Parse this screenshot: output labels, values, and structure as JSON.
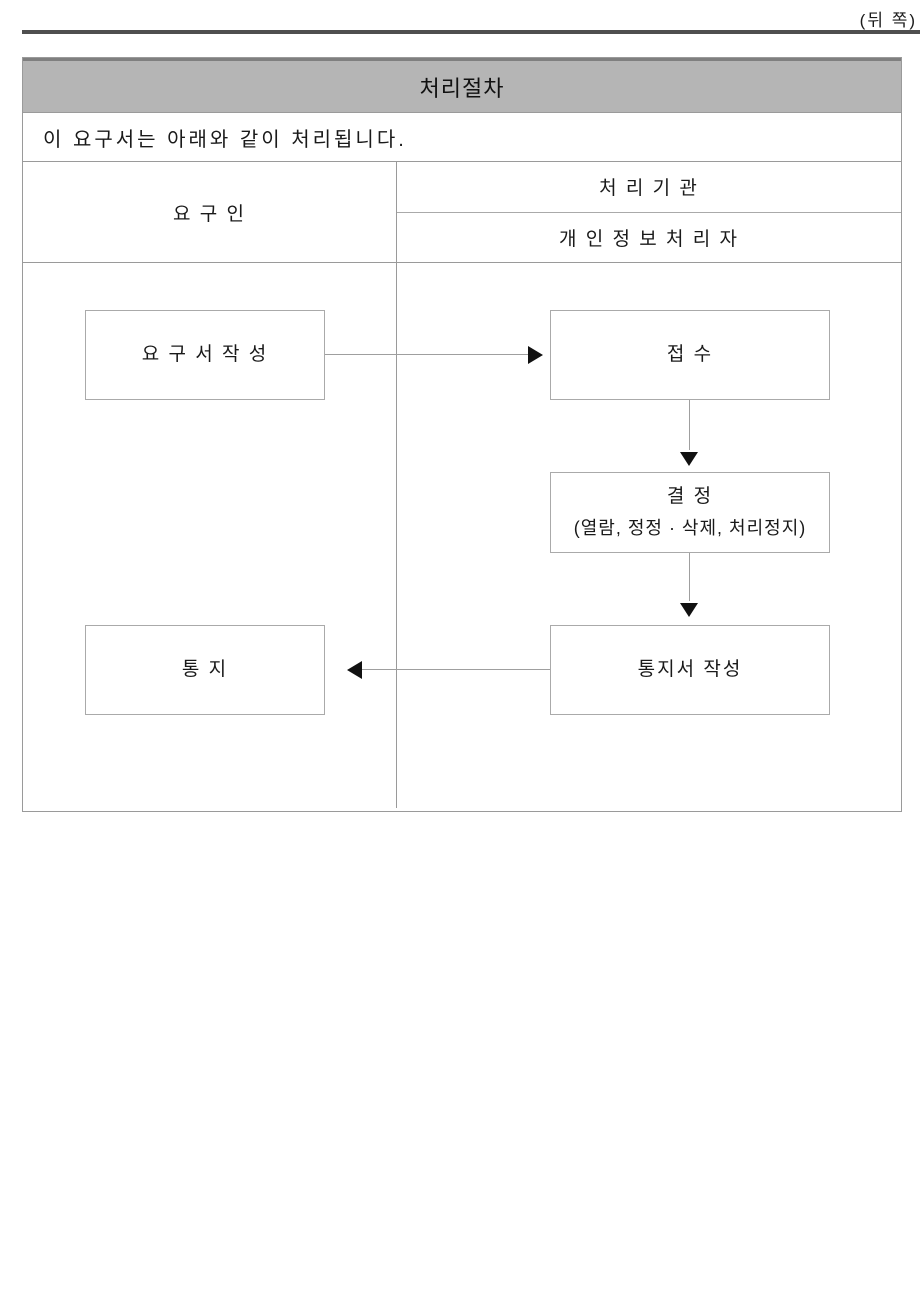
{
  "page": {
    "back_label": "(뒤 쪽)"
  },
  "table": {
    "title": "처리절차",
    "intro": "이 요구서는 아래와 같이 처리됩니다.",
    "columns": {
      "left_header": "요 구 인",
      "right_header_top": "처 리 기 관",
      "right_header_bottom": "개 인 정 보 처 리 자"
    }
  },
  "flowchart": {
    "nodes": [
      {
        "id": "write-request",
        "label": "요 구 서 작 성"
      },
      {
        "id": "receipt",
        "label": "접 수"
      },
      {
        "id": "decision",
        "label": "결 정",
        "sublabel": "(열람, 정정 · 삭제, 처리정지)"
      },
      {
        "id": "write-notice",
        "label": "통지서 작성"
      },
      {
        "id": "notice",
        "label": "통 지"
      }
    ],
    "arrows": [
      {
        "from": "write-request",
        "to": "receipt",
        "direction": "right"
      },
      {
        "from": "receipt",
        "to": "decision",
        "direction": "down"
      },
      {
        "from": "decision",
        "to": "write-notice",
        "direction": "down"
      },
      {
        "from": "write-notice",
        "to": "notice",
        "direction": "left"
      }
    ]
  },
  "colors": {
    "title_row_bg": "#b5b5b5",
    "title_row_top_border": "#7f7f7f",
    "top_rule": "#4f4f4f",
    "table_border": "#9a9a9a",
    "node_border": "#aaaaaa",
    "connector_line": "#9f9f9f",
    "arrowhead": "#111111"
  }
}
